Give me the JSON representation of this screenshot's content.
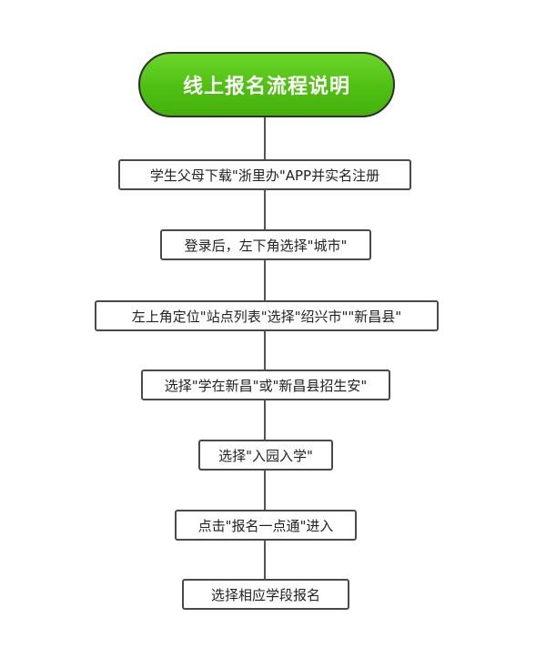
{
  "flowchart": {
    "title": "线上报名流程说明",
    "steps": [
      "学生父母下载\"浙里办\"APP并实名注册",
      "登录后，左下角选择\"城市\"",
      "左上角定位\"站点列表\"选择\"绍兴市\"\"新昌县\"",
      "选择\"学在新昌\"或\"新昌县招生安\"",
      "选择\"入园入学\"",
      "点击\"报名一点通\"进入",
      "选择相应学段报名"
    ]
  },
  "colors": {
    "title_fill": "#52c41a",
    "title_text": "#ffffff",
    "box_border": "#4a4a4a",
    "connector": "#555555"
  }
}
